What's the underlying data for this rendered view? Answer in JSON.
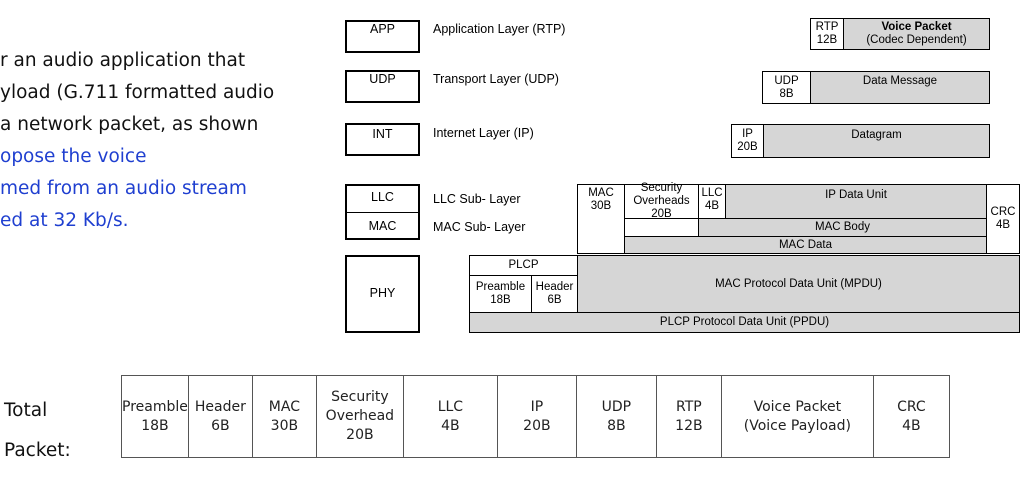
{
  "left_text": {
    "lines": [
      {
        "text": "r an audio application that",
        "color": "black"
      },
      {
        "text": "yload (G.711 formatted audio",
        "color": "black"
      },
      {
        "text": "a network packet, as shown",
        "color": "black"
      },
      {
        "text": "opose the voice",
        "color": "blue"
      },
      {
        "text": "med from an audio stream",
        "color": "blue"
      },
      {
        "text": "ed at 32 Kb/s.",
        "color": "blue"
      }
    ]
  },
  "layers": {
    "app": {
      "box": "APP",
      "label": "Application Layer (RTP)"
    },
    "udp": {
      "box": "UDP",
      "label": "Transport Layer (UDP)"
    },
    "int": {
      "box": "INT",
      "label": "Internet Layer (IP)"
    },
    "llc": {
      "box": "LLC",
      "label": "LLC Sub- Layer"
    },
    "mac": {
      "box": "MAC",
      "label": "MAC Sub- Layer"
    },
    "phy": {
      "box": "PHY"
    }
  },
  "cells": {
    "rtp": {
      "l1": "RTP",
      "l2": "12B"
    },
    "voice": {
      "l1": "Voice  Packet",
      "l2": "(Codec Dependent)"
    },
    "udp": {
      "l1": "UDP",
      "l2": "8B"
    },
    "data_message": "Data Message",
    "ip": {
      "l1": "IP",
      "l2": "20B"
    },
    "datagram": "Datagram",
    "mac": {
      "l1": "MAC",
      "l2": "30B"
    },
    "security": {
      "l1": "Security",
      "l2": "Overheads",
      "l3": "20B"
    },
    "llc": {
      "l1": "LLC",
      "l2": "4B"
    },
    "ip_data_unit": "IP Data Unit",
    "crc": {
      "l1": "CRC",
      "l2": "4B"
    },
    "mac_body": "MAC Body",
    "mac_data": "MAC Data",
    "plcp": "PLCP",
    "preamble": {
      "l1": "Preamble",
      "l2": "18B"
    },
    "header": {
      "l1": "Header",
      "l2": "6B"
    },
    "mpdu": "MAC Protocol Data Unit (MPDU)",
    "ppdu": "PLCP Protocol Data Unit (PPDU)"
  },
  "total": {
    "line1": "Total",
    "line2": "Packet:"
  },
  "table": [
    {
      "l1": "Preamble",
      "l2": "18B"
    },
    {
      "l1": "Header",
      "l2": "6B"
    },
    {
      "l1": "MAC",
      "l2": "30B"
    },
    {
      "l1": "Security",
      "l2": "Overhead",
      "l3": "20B"
    },
    {
      "l1": "LLC",
      "l2": "4B"
    },
    {
      "l1": "IP",
      "l2": "20B"
    },
    {
      "l1": "UDP",
      "l2": "8B"
    },
    {
      "l1": "RTP",
      "l2": "12B"
    },
    {
      "l1": "Voice Packet",
      "l2": "(Voice Payload)"
    },
    {
      "l1": "CRC",
      "l2": "4B"
    }
  ]
}
